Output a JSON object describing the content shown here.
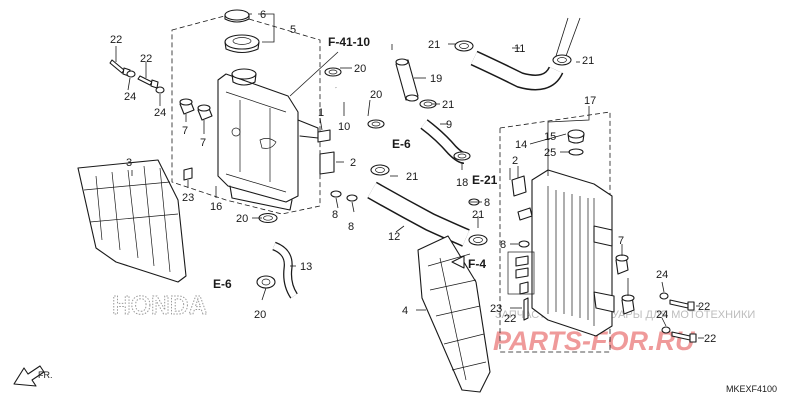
{
  "diagram": {
    "code": "MKEXF4100",
    "fr_label": "FR.",
    "refs": {
      "f4110": "F-41-10",
      "e6a": "E-6",
      "e6b": "E-6",
      "e21": "E-21",
      "f4": "F-4"
    },
    "watermark": {
      "brand": "PARTS-FOR.RU",
      "caption": "ЗАПЧАСТИ И АКСЕССУАРЫ ДЛЯ МОТОТЕХНИКИ",
      "maker": "HONDA"
    },
    "labels": {
      "n1": "1",
      "n2a": "2",
      "n2b": "2",
      "n3": "3",
      "n4": "4",
      "n5": "5",
      "n6": "6",
      "n7a": "7",
      "n7b": "7",
      "n7c": "7",
      "n8a": "8",
      "n8b": "8",
      "n8c": "8",
      "n8d": "8",
      "n9": "9",
      "n10": "10",
      "n11": "11",
      "n12": "12",
      "n13": "13",
      "n14": "14",
      "n15": "15",
      "n16": "16",
      "n17": "17",
      "n18": "18",
      "n19": "19",
      "n20a": "20",
      "n20b": "20",
      "n20c": "20",
      "n20d": "20",
      "n21a": "21",
      "n21b": "21",
      "n21c": "21",
      "n21d": "21",
      "n21e": "21",
      "n22a": "22",
      "n22b": "22",
      "n22c": "22",
      "n22d": "22",
      "n22e": "22",
      "n23a": "23",
      "n23b": "23",
      "n24a": "24",
      "n24b": "24",
      "n24c": "24",
      "n24d": "24",
      "n25": "25"
    }
  }
}
